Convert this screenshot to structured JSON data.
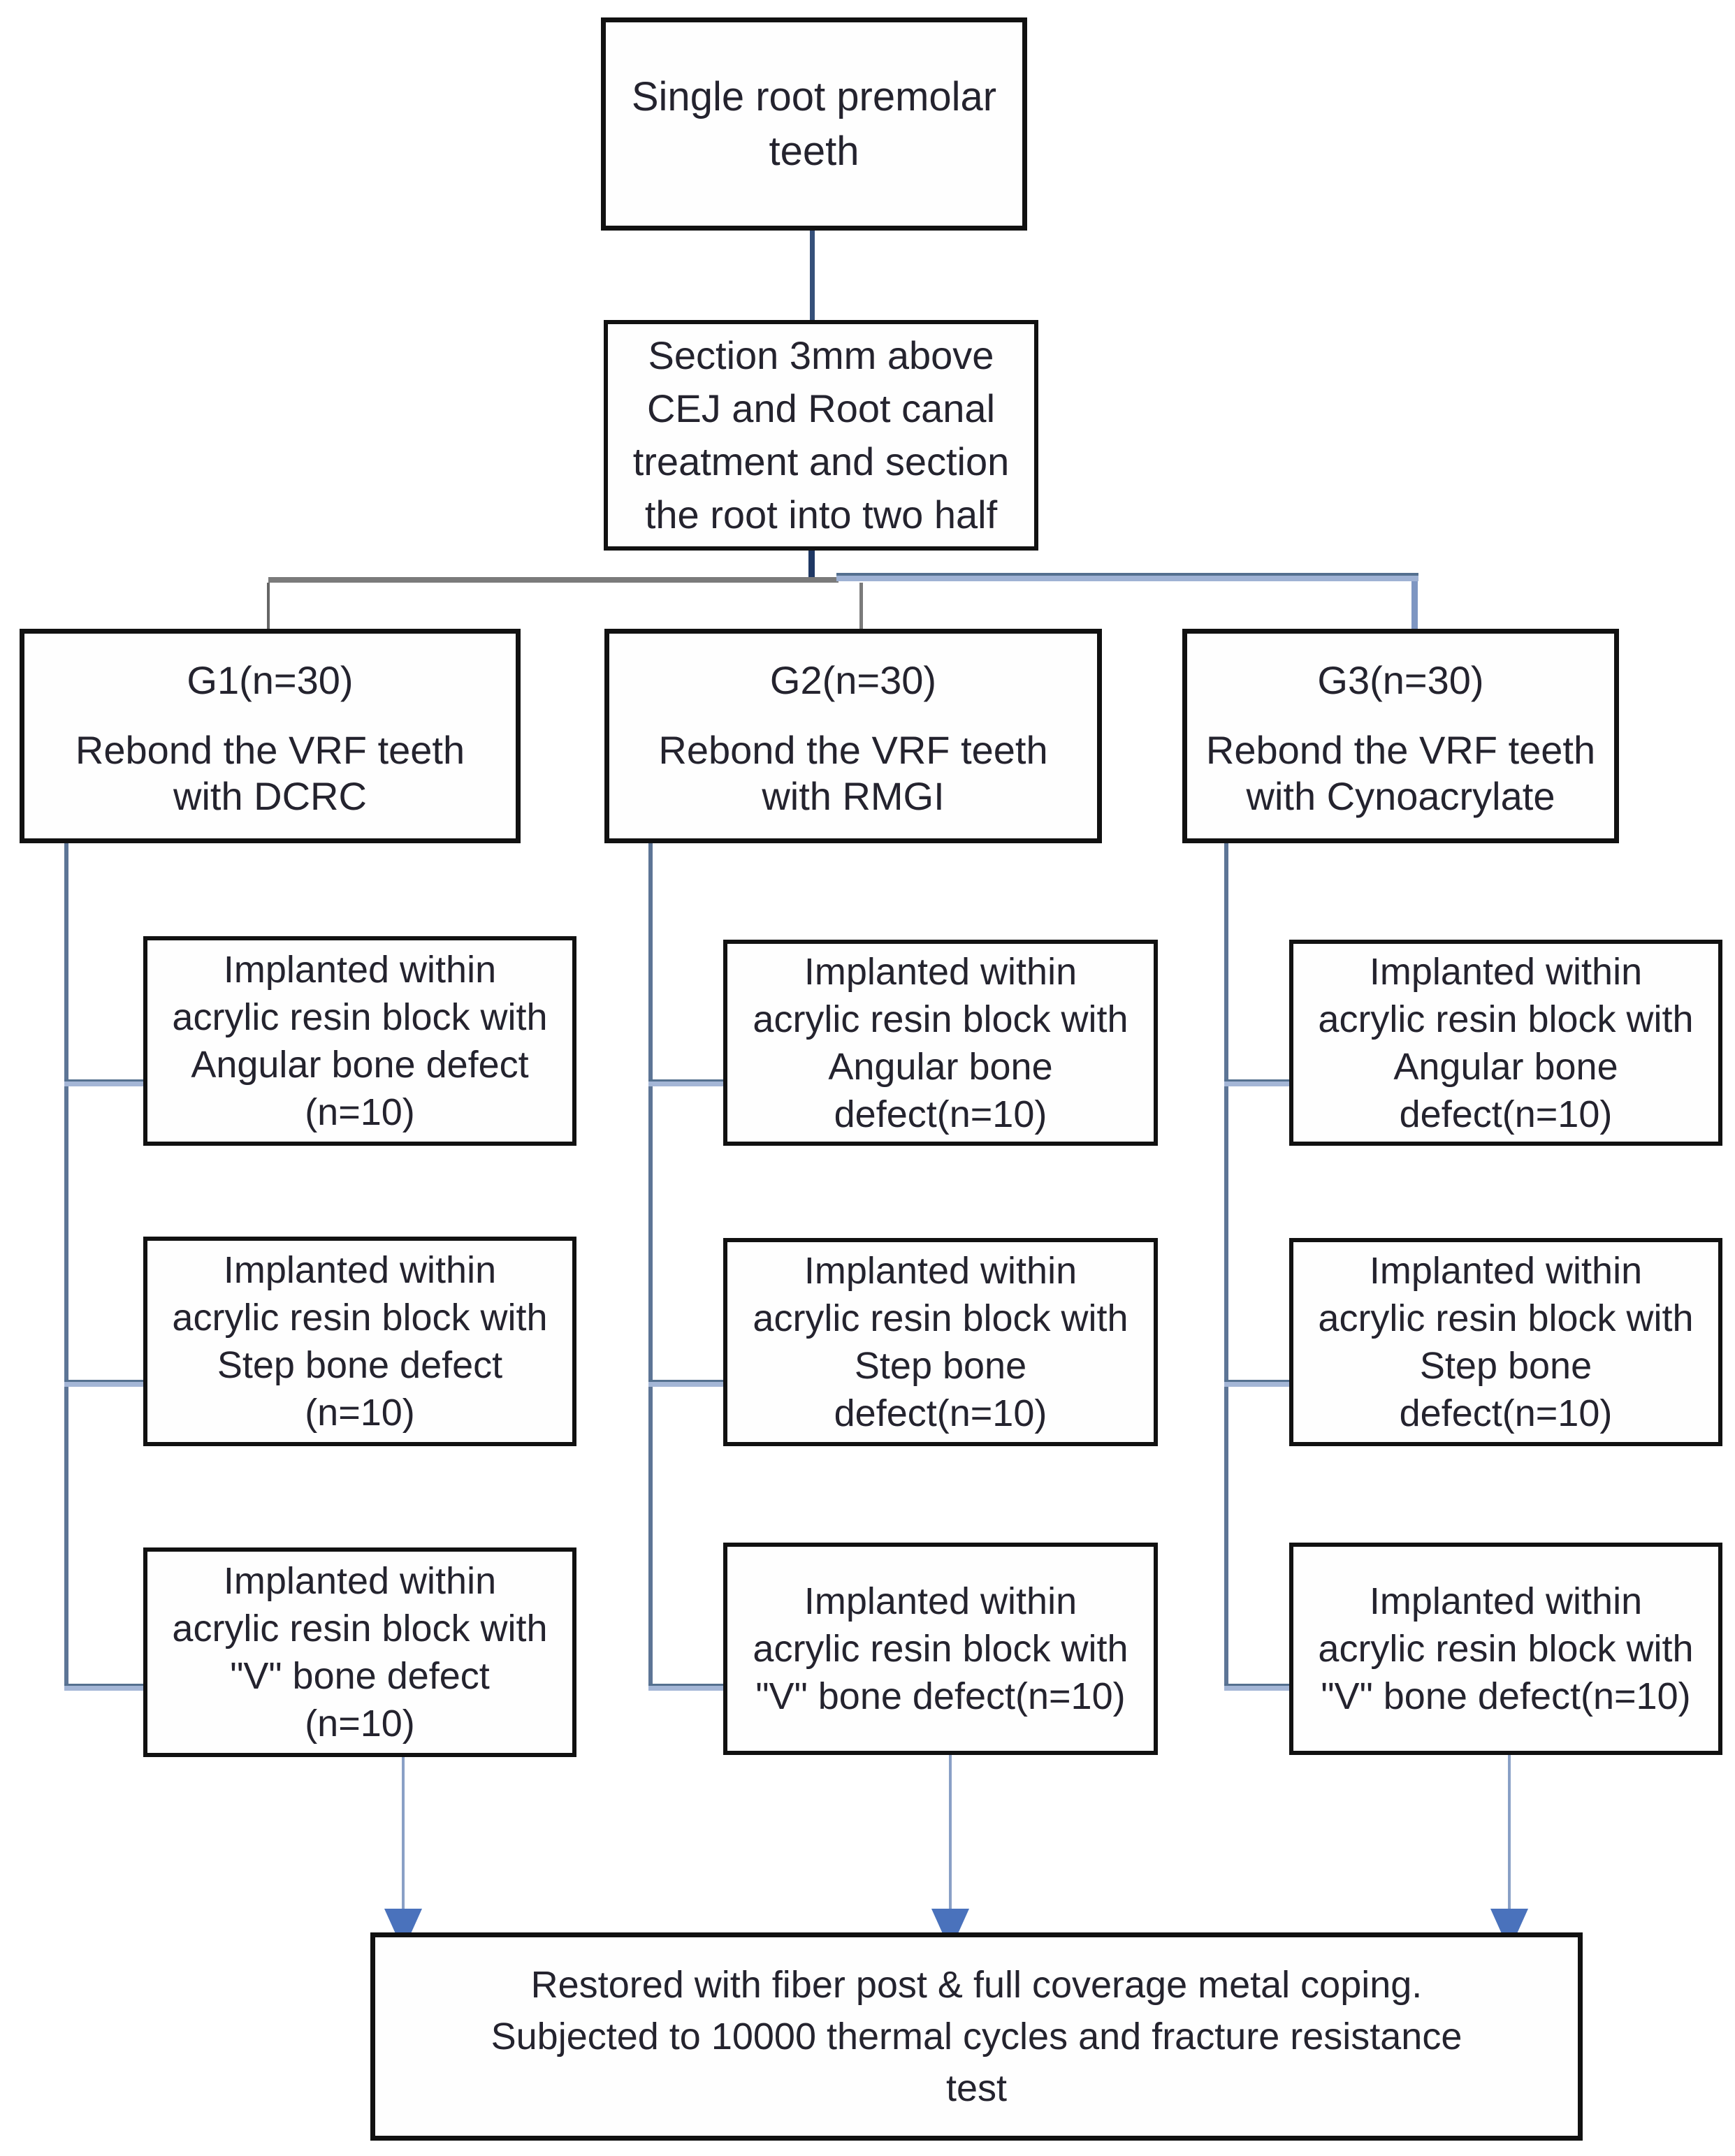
{
  "figure": {
    "type": "study-design-flowchart",
    "nodes": {
      "top": {
        "text": "Single root premolar\nteeth"
      },
      "section": {
        "text": "Section 3mm above\nCEJ and Root canal\ntreatment and section\nthe root into two half"
      },
      "g1": {
        "head": "G1(n=30)",
        "body": "Rebond the VRF teeth\nwith DCRC"
      },
      "g2": {
        "head": "G2(n=30)",
        "body": "Rebond the VRF teeth\nwith RMGI"
      },
      "g3": {
        "head": "G3(n=30)",
        "body": "Rebond the VRF teeth\nwith Cynoacrylate"
      },
      "g1_angular": {
        "text": "Implanted within\nacrylic resin block with\nAngular bone defect\n(n=10)"
      },
      "g1_step": {
        "text": "Implanted within\nacrylic resin block with\nStep bone defect\n(n=10)"
      },
      "g1_v": {
        "text": "Implanted within\nacrylic resin block with\n\"V\" bone defect\n(n=10)"
      },
      "g2_angular": {
        "text": "Implanted within\nacrylic resin block with\nAngular bone\ndefect(n=10)"
      },
      "g2_step": {
        "text": "Implanted within\nacrylic resin block with\nStep bone\ndefect(n=10)"
      },
      "g2_v": {
        "text": "Implanted within\nacrylic resin block with\n\"V\" bone defect(n=10)"
      },
      "g3_angular": {
        "text": "Implanted within\nacrylic resin block with\nAngular bone\ndefect(n=10)"
      },
      "g3_step": {
        "text": "Implanted within\nacrylic resin block with\nStep bone\ndefect(n=10)"
      },
      "g3_v": {
        "text": "Implanted within\nacrylic resin block with\n\"V\" bone defect(n=10)"
      },
      "final": {
        "text": "Restored with fiber post & full coverage metal coping.\nSubjected to 10000 thermal cycles and fracture resistance\ntest"
      }
    },
    "colors": {
      "box_border": "#111111",
      "text": "#24232e",
      "connector_navy": "#1f3864",
      "connector_slate": "#35507a",
      "connector_gray": "#7b7b7b",
      "connector_steel": "#5d7596",
      "connector_light_steel": "#9fb2d4",
      "arrow_shaft": "#8aa0c6",
      "arrow_head": "#4a72bc",
      "background": "#ffffff"
    }
  }
}
